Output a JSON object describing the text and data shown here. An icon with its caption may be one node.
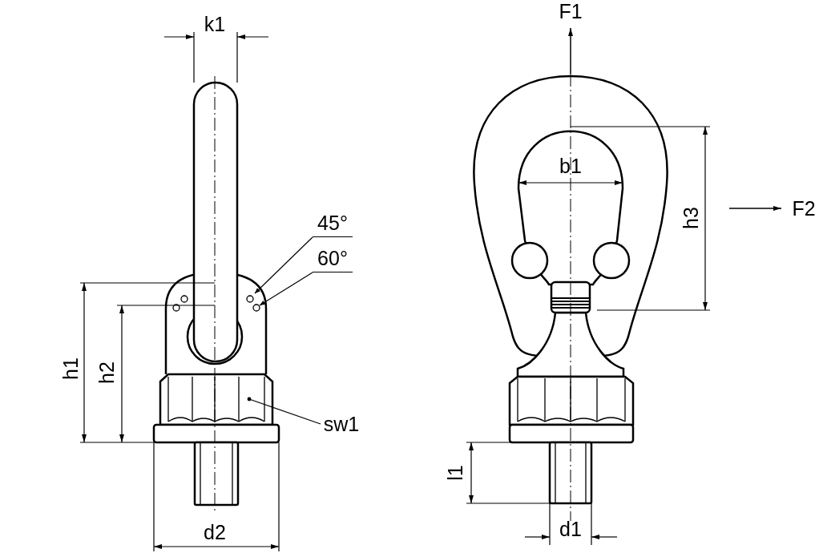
{
  "diagram": {
    "nodes": [
      {
        "text": [
          "45°"
        ]
      },
      {
        "text": [
          "60°"
        ]
      },
      {
        "text": [
          "sw1"
        ]
      }
    ],
    "edges": [
      {
        "from": 0,
        "to": null,
        "arrow": "to"
      },
      {
        "from": 1,
        "to": null,
        "arrow": "to"
      },
      {
        "from": 2,
        "to": null,
        "arrow": "other"
      }
    ],
    "labels": [
      "k1",
      "F1",
      "b1",
      "F2",
      "h3",
      "h1",
      "h2",
      "l1",
      "d2",
      "d1"
    ]
  }
}
